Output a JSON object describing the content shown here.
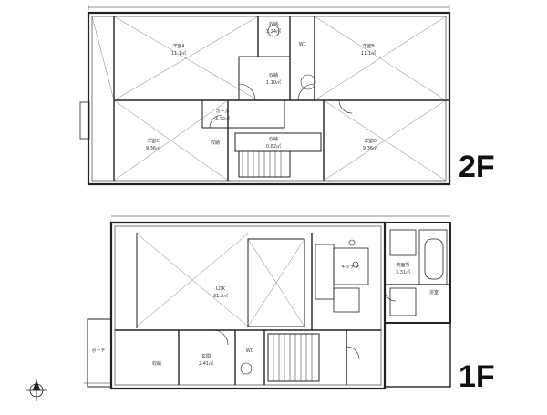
{
  "floors": [
    {
      "label": "2F",
      "rooms": [
        {
          "name": "洋室A",
          "area": "11.1㎡"
        },
        {
          "name": "収納",
          "area": "1.24㎡"
        },
        {
          "name": "洋室B",
          "area": "11.1㎡"
        },
        {
          "name": "WC",
          "area": ""
        },
        {
          "name": "収納",
          "area": "1.10㎡"
        },
        {
          "name": "ホール",
          "area": "3.72㎡"
        },
        {
          "name": "洋室C",
          "area": "9.36㎡"
        },
        {
          "name": "収納",
          "area": ""
        },
        {
          "name": "収納",
          "area": "0.82㎡"
        },
        {
          "name": "洋室D",
          "area": "9.36㎡"
        }
      ]
    },
    {
      "label": "1F",
      "rooms": [
        {
          "name": "LDK",
          "area": "31.2㎡"
        },
        {
          "name": "キッチン",
          "area": ""
        },
        {
          "name": "洗面所",
          "area": "3.31㎡"
        },
        {
          "name": "浴室",
          "area": ""
        },
        {
          "name": "玄関",
          "area": "2.41㎡"
        },
        {
          "name": "WC",
          "area": ""
        },
        {
          "name": "収納",
          "area": ""
        },
        {
          "name": "ポーチ",
          "area": ""
        }
      ]
    }
  ]
}
